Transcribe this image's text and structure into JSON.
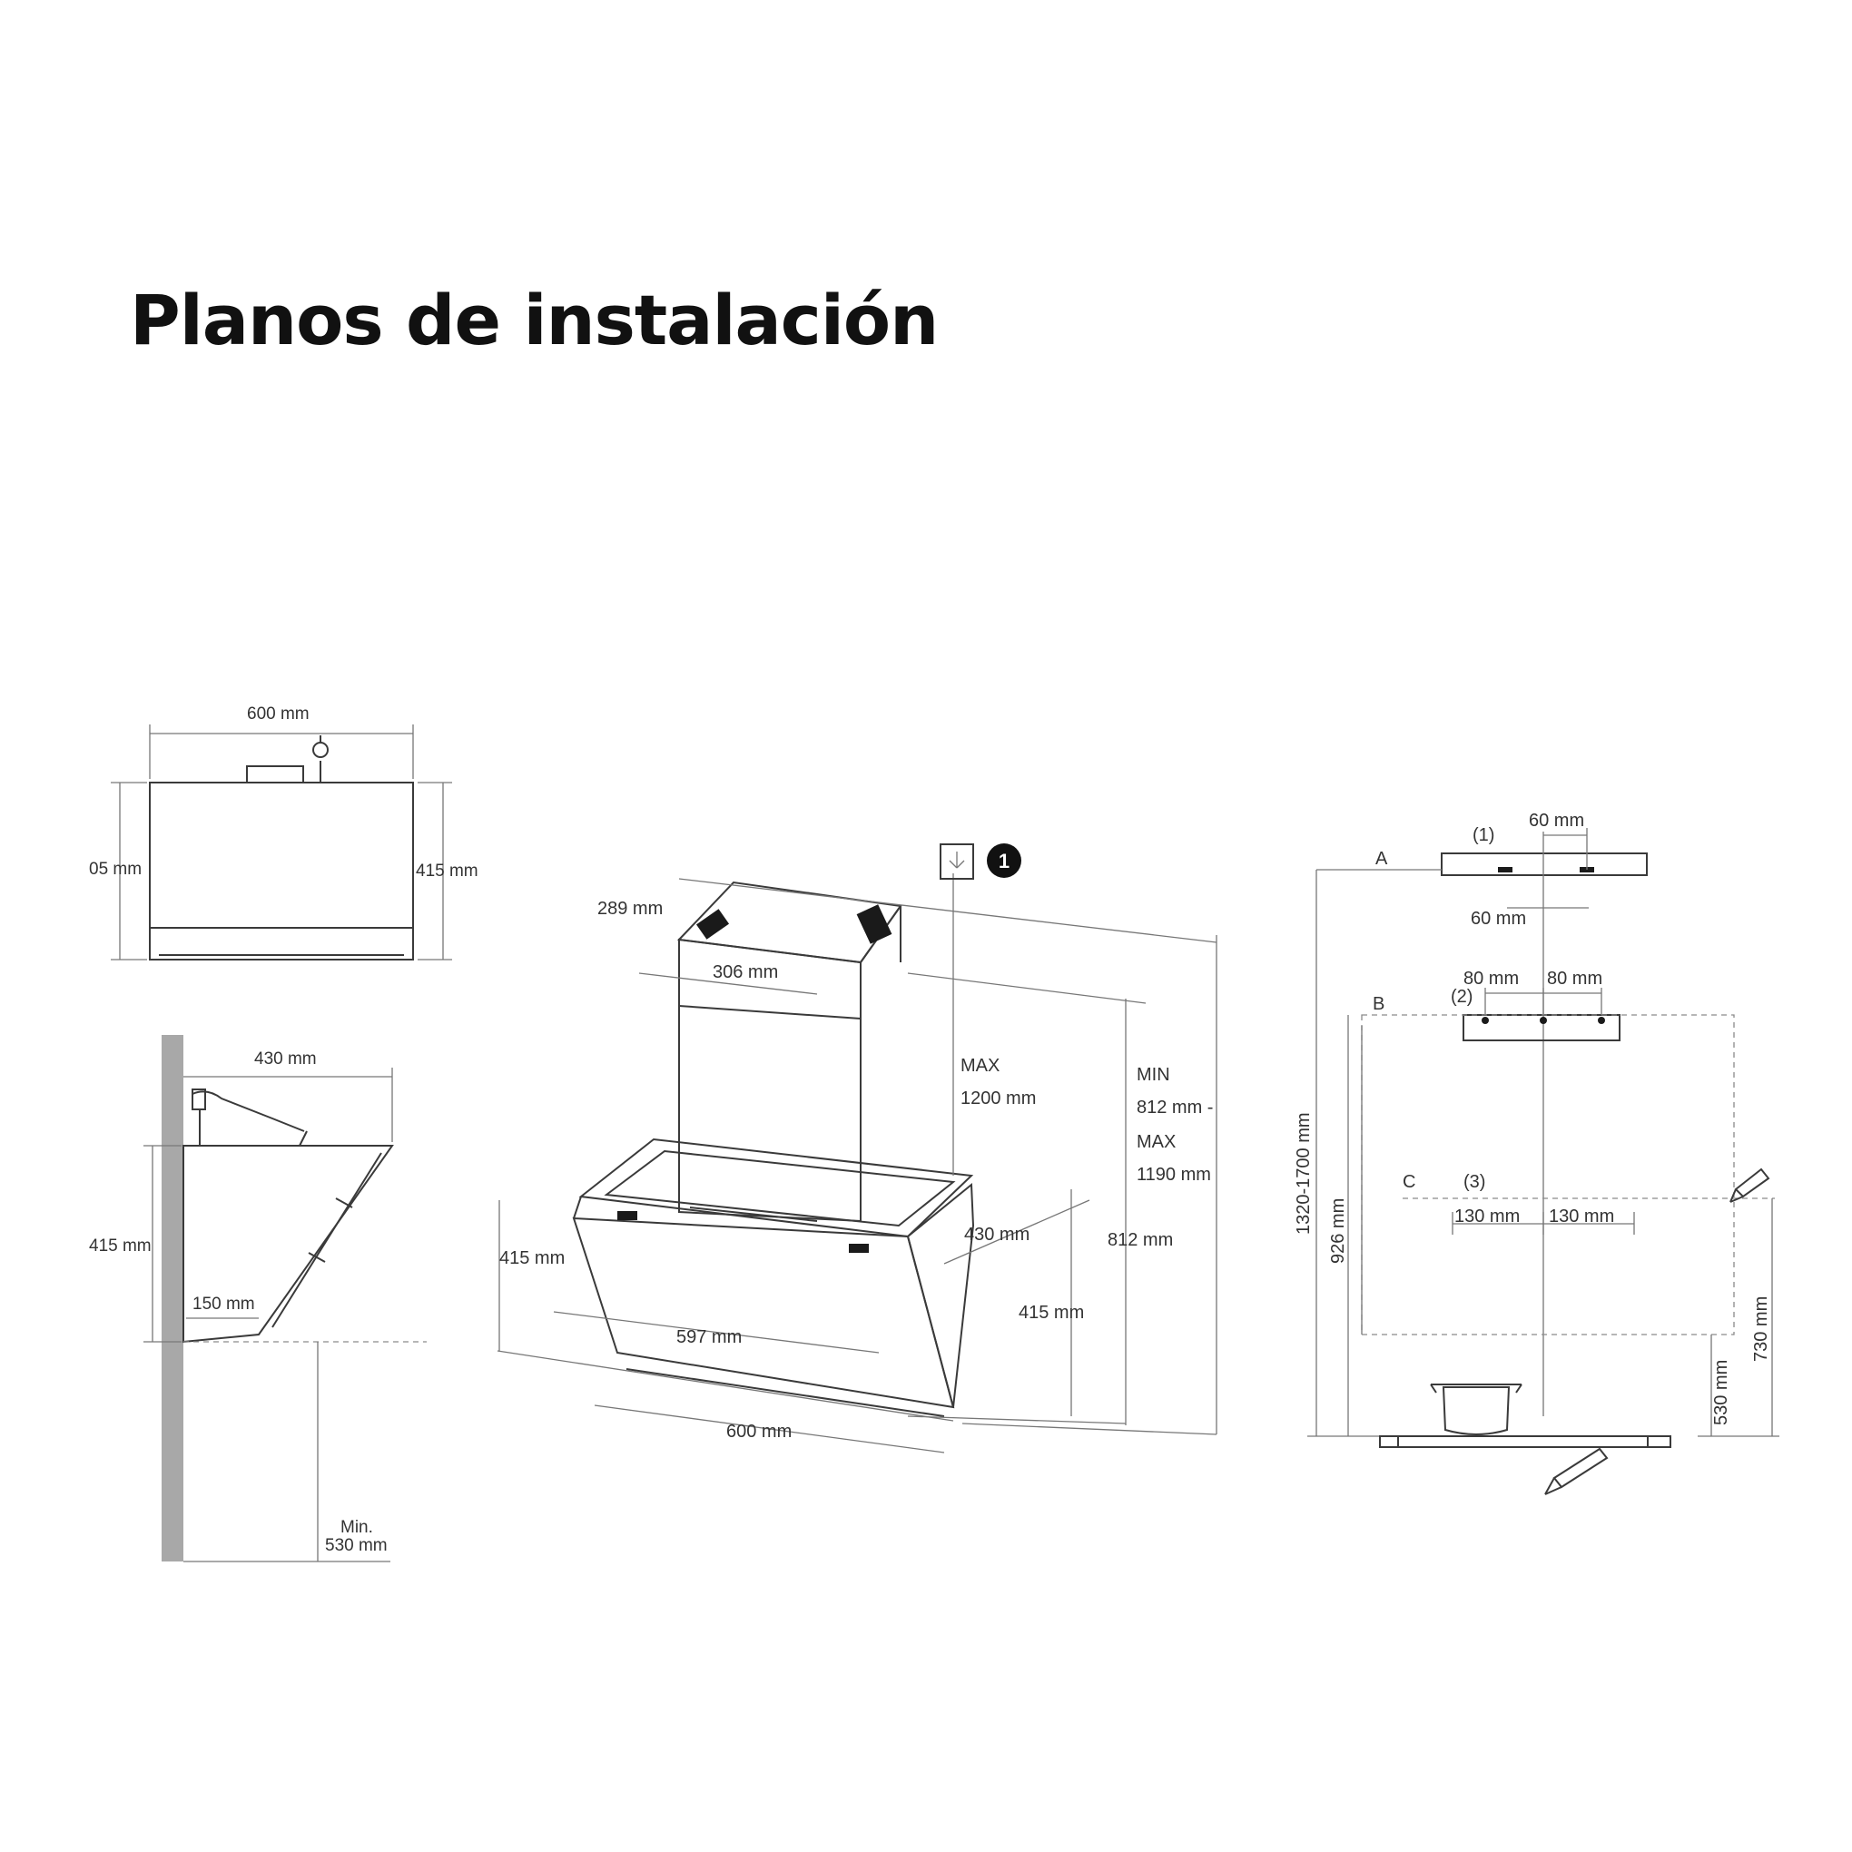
{
  "title": "Planos de instalación",
  "labels": {
    "front": {
      "width": "600 mm",
      "height_left": "05 mm",
      "height_right": "415 mm"
    },
    "side": {
      "depth": "430 mm",
      "height": "415 mm",
      "bottom": "150 mm",
      "min_line1": "Min.",
      "min_line2": "530 mm"
    },
    "iso": {
      "duct_depth": "289 mm",
      "duct_width": "306 mm",
      "callout": "1",
      "max_a": "MAX",
      "max_a_val": "1200 mm",
      "min_b": "MIN",
      "min_b_val": "812 mm -",
      "max_b": "MAX",
      "max_b_val": "1190 mm",
      "hood_depth": "430 mm",
      "overall": "812 mm",
      "left_height": "415 mm",
      "right_height": "415 mm",
      "inner_width": "597 mm",
      "width": "600 mm"
    },
    "wall": {
      "a": "A",
      "b": "B",
      "c": "C",
      "n1": "(1)",
      "n2": "(2)",
      "n3": "(3)",
      "a_top": "60 mm",
      "a_bottom": "60 mm",
      "b_left": "80 mm",
      "b_right": "80 mm",
      "c_left": "130 mm",
      "c_right": "130 mm",
      "v_total": "1320-1700 mm",
      "v_926": "926 mm",
      "v_730": "730 mm",
      "v_530": "530 mm"
    }
  },
  "icons": [
    "socket-icon",
    "pencil-icon",
    "pot-icon"
  ]
}
